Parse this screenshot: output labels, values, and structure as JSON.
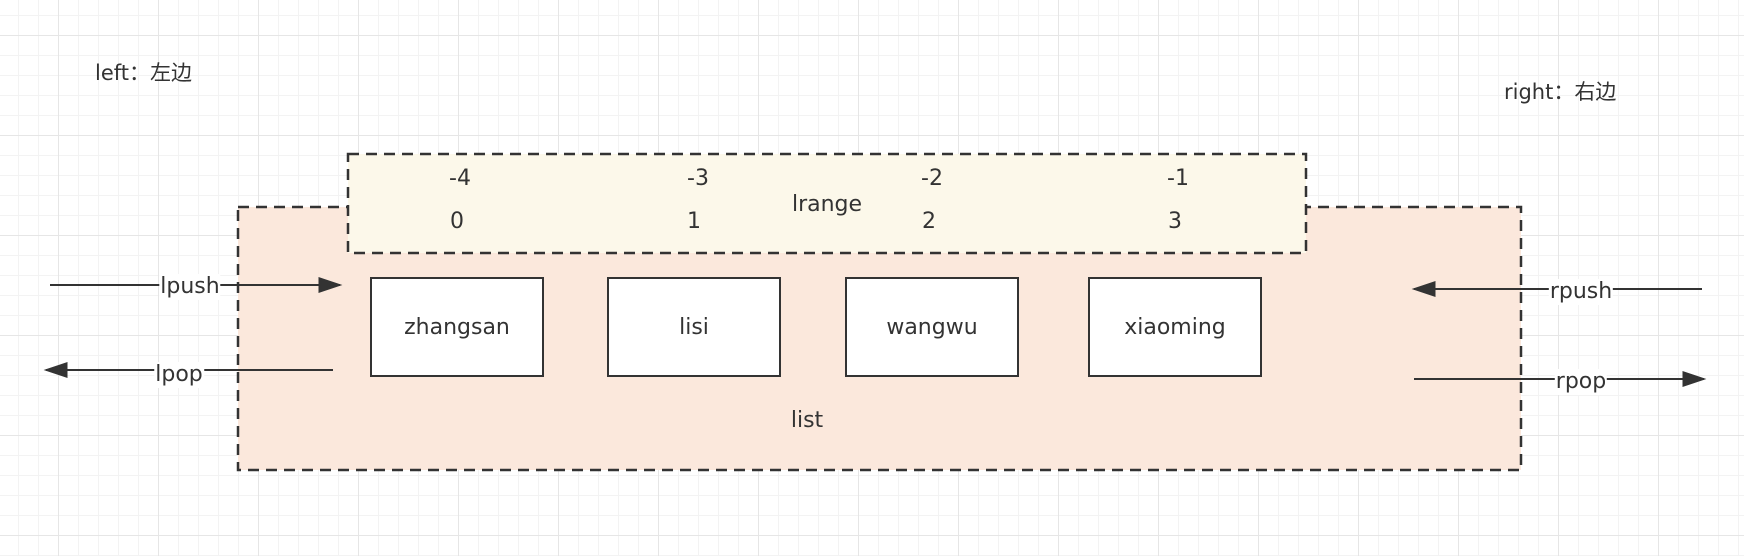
{
  "notes": {
    "left": "left：左边",
    "right": "right：右边"
  },
  "list_label": "list",
  "lrange": {
    "label": "lrange",
    "negative_indexes": [
      "-4",
      "-3",
      "-2",
      "-1"
    ],
    "positive_indexes": [
      "0",
      "1",
      "2",
      "3"
    ]
  },
  "elements": [
    "zhangsan",
    "lisi",
    "wangwu",
    "xiaoming"
  ],
  "operations": {
    "lpush": "lpush",
    "lpop": "lpop",
    "rpush": "rpush",
    "rpop": "rpop"
  },
  "colors": {
    "list_fill": "#fbe8dc",
    "lrange_fill": "#fcf8ea",
    "stroke": "#333333",
    "cell_fill": "#ffffff"
  }
}
